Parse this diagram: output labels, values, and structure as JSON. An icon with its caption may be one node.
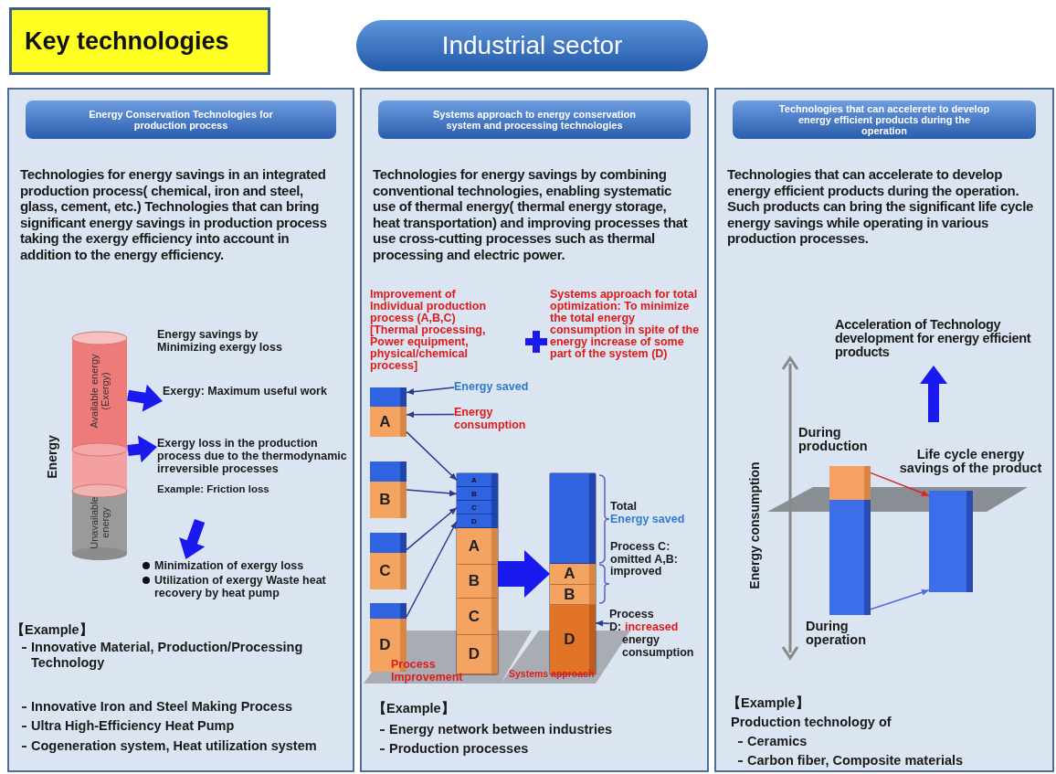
{
  "diagram": {
    "nodes": [
      {
        "text": [
          "Key technologies"
        ]
      },
      {
        "text": [
          "Industrial sector"
        ]
      },
      {
        "text": [
          "Energy Conservation Technologies for production process",
          "Technologies for energy savings in an integrated production process( chemical, iron and steel, glass, cement, etc.) Technologies that can bring significant energy savings in production process taking the exergy efficiency into account in addition to the energy efficiency."
        ]
      },
      {
        "text": [
          "Systems approach to energy conservation system and processing technologies",
          "Technologies for energy savings by combining conventional technologies, enabling systematic use of thermal energy( thermal energy storage, heat transportation) and improving processes that use cross-cutting processes such as thermal processing and electric power."
        ]
      },
      {
        "text": [
          "Technologies that can accelerete to develop energy efficient products during the operation",
          "Technologies that can accelerate to develop energy efficient products during the operation. Such products can bring the significant life cycle energy savings while operating in various production processes."
        ]
      },
      {
        "text": [
          "Available energy (Exergy)",
          "Unavailable energy"
        ],
        "in": 2
      },
      {
        "text": [
          "Exergy: Maximum useful work"
        ],
        "in": 2
      },
      {
        "text": [
          "Exergy loss in the production process due to the thermodynamic irreversible processes",
          "Example: Friction loss"
        ],
        "in": 2
      },
      {
        "text": [
          "Minimization of exergy loss",
          "Utilization of exergy Waste heat recovery by heat pump"
        ],
        "in": 2
      },
      {
        "text": [
          "A"
        ],
        "in": 3
      },
      {
        "text": [
          "Energy saved"
        ],
        "in": 3
      },
      {
        "text": [
          "Energy consumption"
        ],
        "in": 3
      },
      {
        "text": [
          "B"
        ],
        "in": 3
      },
      {
        "text": [
          "C"
        ],
        "in": 3
      },
      {
        "text": [
          "D"
        ],
        "in": 3
      },
      {
        "text": [],
        "shape": "bar",
        "in": 3
      },
      {
        "text": [
          "A"
        ],
        "in": 15
      },
      {
        "text": [
          "B"
        ],
        "in": 15
      },
      {
        "text": [
          "C"
        ],
        "in": 15
      },
      {
        "text": [
          "D"
        ],
        "in": 15
      },
      {
        "text": [
          "A"
        ],
        "in": 15
      },
      {
        "text": [
          "B"
        ],
        "in": 15
      },
      {
        "text": [
          "C"
        ],
        "in": 15
      },
      {
        "text": [
          "D"
        ],
        "in": 15
      },
      {
        "text": [],
        "shape": "bar",
        "in": 3
      },
      {
        "text": [],
        "shape": "box",
        "in": 24
      },
      {
        "text": [
          "A"
        ],
        "in": 24
      },
      {
        "text": [
          "B"
        ],
        "in": 24
      },
      {
        "text": [
          "D"
        ],
        "in": 24
      },
      {
        "text": [
          "Process D:",
          "increased",
          "energy consumption"
        ],
        "in": 3
      },
      {
        "text": [
          "Acceleration of Technology development for energy efficient products"
        ],
        "in": 4
      },
      {
        "text": [],
        "shape": "box",
        "in": 4,
        "beside": [
          "During production"
        ]
      },
      {
        "text": [],
        "shape": "box",
        "in": 4,
        "beside": [
          "During operation"
        ]
      },
      {
        "text": [],
        "shape": "box",
        "in": 4,
        "beside": [
          "Life cycle energy savings of the product"
        ]
      }
    ],
    "edges": [
      {
        "from": 5,
        "to": 6,
        "arrow": "to",
        "style": "thick",
        "color": "#1a1aee"
      },
      {
        "from": 5,
        "to": 7,
        "arrow": "to",
        "style": "thick",
        "color": "#1a1aee"
      },
      {
        "from": 7,
        "to": 8,
        "arrow": "to",
        "style": "thick",
        "color": "#1a1aee"
      },
      {
        "from": 10,
        "to": 9,
        "arrow": "to"
      },
      {
        "from": 11,
        "to": 9,
        "arrow": "to"
      },
      {
        "from": 9,
        "to": 16,
        "arrow": "to"
      },
      {
        "from": 12,
        "to": 17,
        "arrow": "to"
      },
      {
        "from": 13,
        "to": 18,
        "arrow": "to"
      },
      {
        "from": 14,
        "to": 19,
        "arrow": "to"
      },
      {
        "from": 15,
        "to": 24,
        "arrow": "to",
        "style": "thick",
        "color": "#1a1aee"
      },
      {
        "from": 29,
        "to": 28,
        "arrow": "to"
      },
      {
        "from": null,
        "to": 30,
        "arrow": "to",
        "style": "thick",
        "color": "#1a1aee"
      },
      {
        "from": 31,
        "to": 33,
        "arrow": "to",
        "color": "#dd2222"
      },
      {
        "from": 32,
        "to": 33,
        "arrow": "to",
        "color": "#4a6fd8"
      }
    ],
    "labels": [
      "Energy savings by Minimizing exergy loss",
      "Energy",
      "【Example】",
      "Innovative Material, Production/Processing Technology",
      "Innovative Iron and Steel Making Process",
      "Ultra High-Efficiency Heat Pump",
      "Cogeneration system, Heat utilization system",
      "Improvement of Individual production process (A,B,C) [Thermal processing, Power equipment, physical/chemical process]",
      "Systems approach for total optimization: To minimize the total energy consumption in spite of the energy increase of some part of the system (D)",
      "Total",
      "Energy saved",
      "Process C: omitted A,B: improved",
      "Process Improvement",
      "Systems approach",
      "【Example】",
      "Energy network between industries",
      "Production processes",
      "Energy consumption",
      "【Example】",
      "Production technology of",
      "Ceramics",
      "Carbon fiber, Composite materials"
    ]
  }
}
